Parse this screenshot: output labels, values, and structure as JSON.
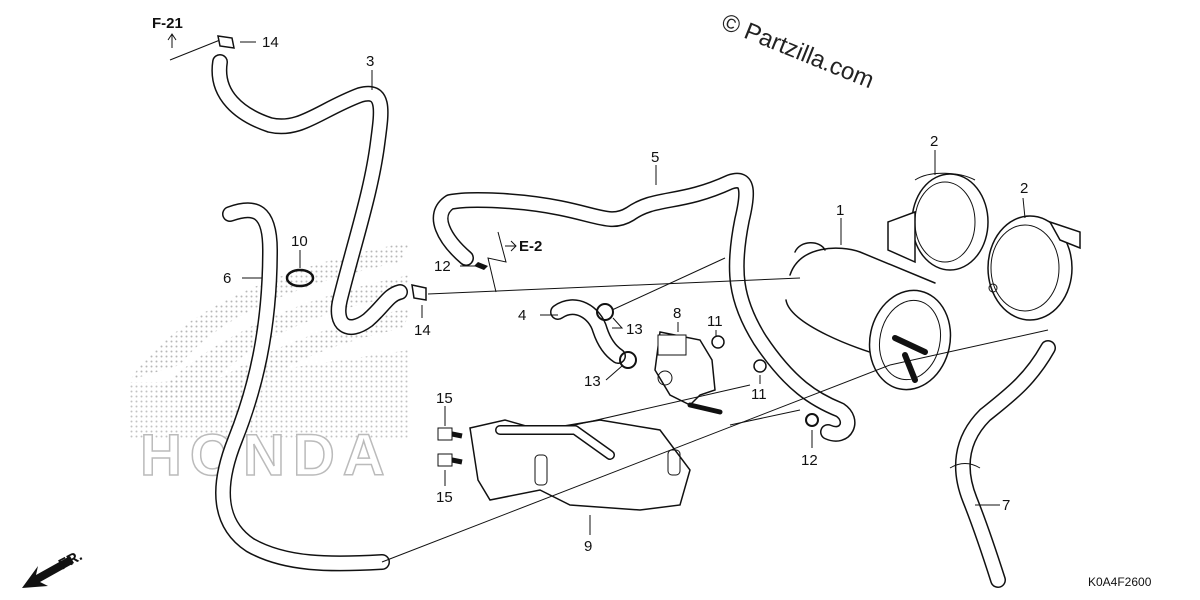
{
  "watermark": "© Partzilla.com",
  "diagram_code": "K0A4F2600",
  "refs": {
    "f21": "F-21",
    "e2": "E-2",
    "fr": "FR."
  },
  "background_logo": "HONDA",
  "callouts": [
    {
      "id": "c1",
      "text": "1"
    },
    {
      "id": "c2a",
      "text": "2"
    },
    {
      "id": "c2b",
      "text": "2"
    },
    {
      "id": "c3",
      "text": "3"
    },
    {
      "id": "c4",
      "text": "4"
    },
    {
      "id": "c5",
      "text": "5"
    },
    {
      "id": "c6",
      "text": "6"
    },
    {
      "id": "c7",
      "text": "7"
    },
    {
      "id": "c8",
      "text": "8"
    },
    {
      "id": "c9",
      "text": "9"
    },
    {
      "id": "c10",
      "text": "10"
    },
    {
      "id": "c11a",
      "text": "11"
    },
    {
      "id": "c11b",
      "text": "11"
    },
    {
      "id": "c12a",
      "text": "12"
    },
    {
      "id": "c12b",
      "text": "12"
    },
    {
      "id": "c13a",
      "text": "13"
    },
    {
      "id": "c13b",
      "text": "13"
    },
    {
      "id": "c14a",
      "text": "14"
    },
    {
      "id": "c14b",
      "text": "14"
    },
    {
      "id": "c15a",
      "text": "15"
    },
    {
      "id": "c15b",
      "text": "15"
    }
  ]
}
